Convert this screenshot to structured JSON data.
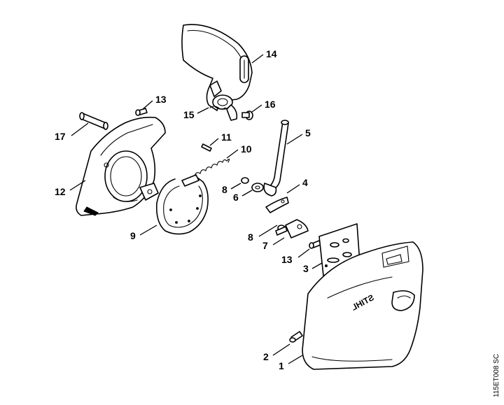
{
  "figure": {
    "code": "115ET008 SC",
    "brand": "STIHL"
  },
  "callouts": [
    {
      "id": "c14",
      "label": "14"
    },
    {
      "id": "c16",
      "label": "16"
    },
    {
      "id": "c15",
      "label": "15"
    },
    {
      "id": "c13a",
      "label": "13"
    },
    {
      "id": "c17",
      "label": "17"
    },
    {
      "id": "c11",
      "label": "11"
    },
    {
      "id": "c10",
      "label": "10"
    },
    {
      "id": "c5",
      "label": "5"
    },
    {
      "id": "c12",
      "label": "12"
    },
    {
      "id": "c8a",
      "label": "8"
    },
    {
      "id": "c6",
      "label": "6"
    },
    {
      "id": "c4",
      "label": "4"
    },
    {
      "id": "c9",
      "label": "9"
    },
    {
      "id": "c8b",
      "label": "8"
    },
    {
      "id": "c7",
      "label": "7"
    },
    {
      "id": "c13b",
      "label": "13"
    },
    {
      "id": "c3",
      "label": "3"
    },
    {
      "id": "c2",
      "label": "2"
    },
    {
      "id": "c1",
      "label": "1"
    }
  ]
}
